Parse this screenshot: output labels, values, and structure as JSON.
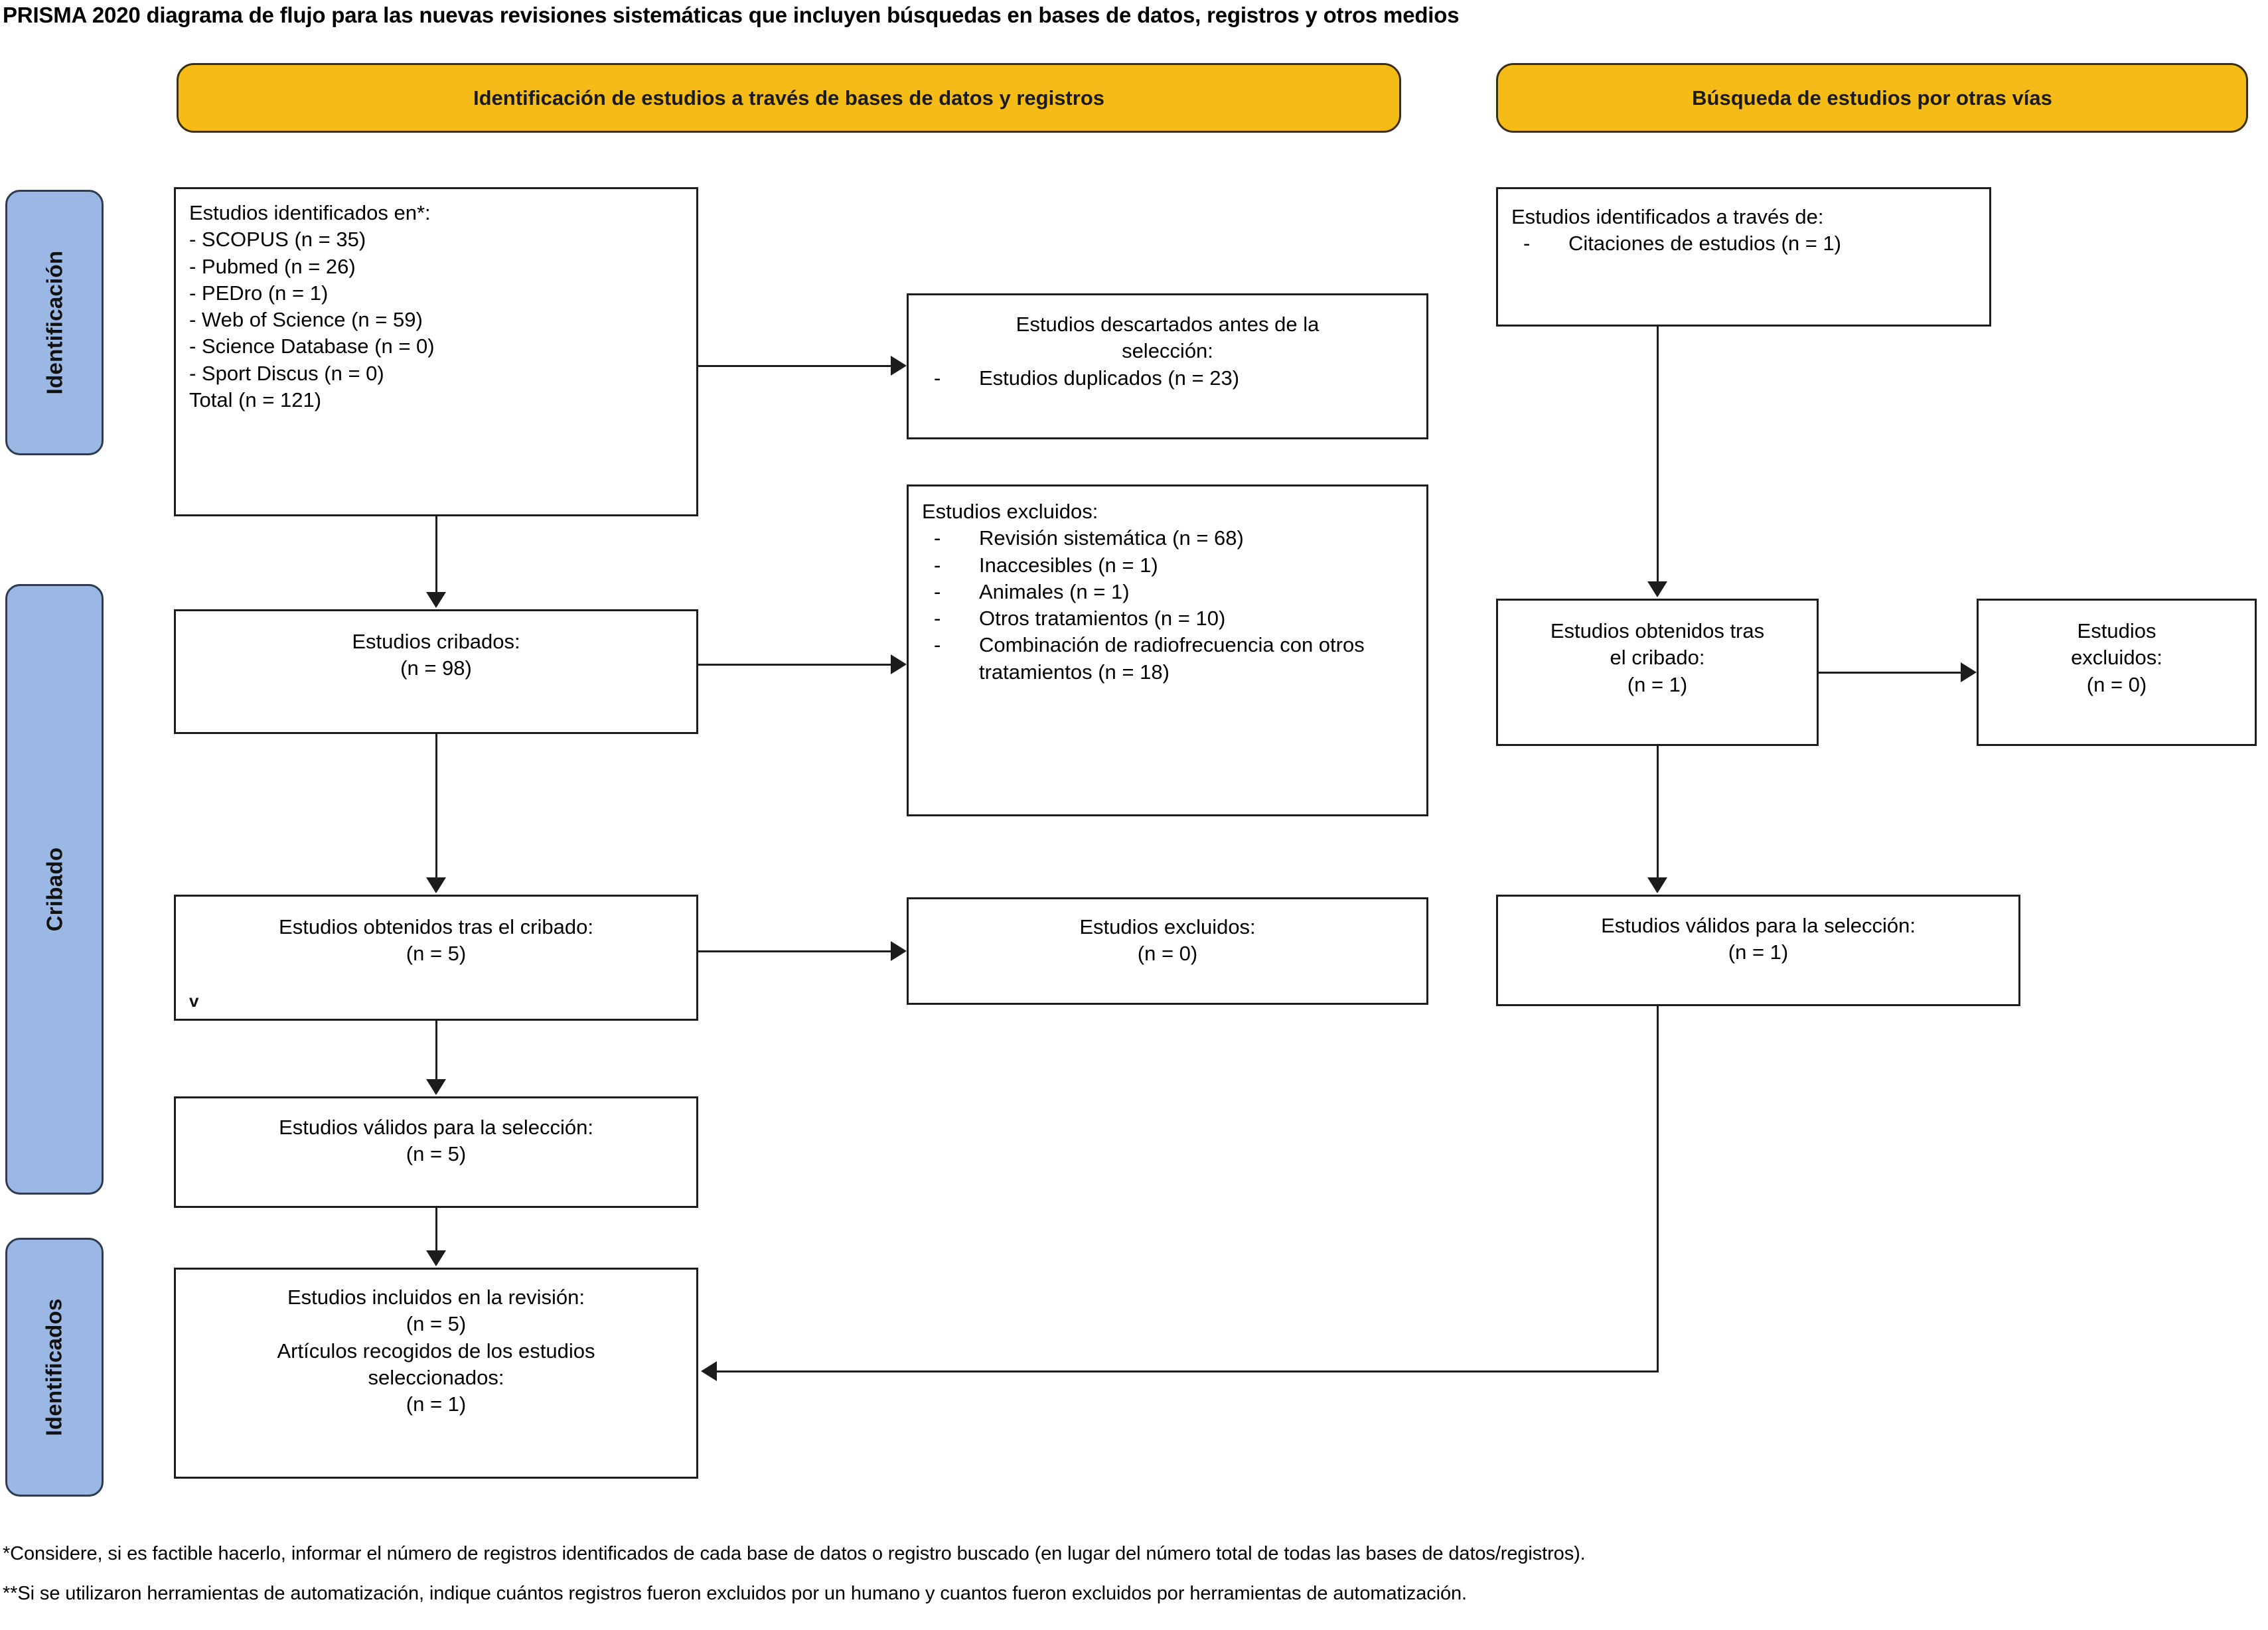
{
  "title": "PRISMA 2020 diagrama de flujo para las nuevas revisiones sistemáticas que incluyen búsquedas en bases de datos, registros y otros medios",
  "colors": {
    "banner_fill": "#F5BC17",
    "banner_border": "#3A2F10",
    "phase_fill": "#9BB7E3",
    "phase_border": "#2F3B52",
    "node_border": "#1C1C1C",
    "text": "#000000",
    "background": "#FFFFFF"
  },
  "banners": {
    "databases": "Identificación de estudios a través de bases de datos y registros",
    "other": "Búsqueda de estudios por otras vías"
  },
  "phases": [
    {
      "label": "Identificación"
    },
    {
      "label": "Cribado"
    },
    {
      "label": "Identificados"
    }
  ],
  "nodes": {
    "identified_databases": {
      "heading": "Estudios identificados en*:",
      "sources": [
        "- SCOPUS (n = 35)",
        "- Pubmed (n = 26)",
        "- PEDro (n = 1)",
        "- Web of Science (n = 59)",
        "- Science Database (n = 0)",
        "- Sport Discus (n = 0)"
      ],
      "total": "Total (n = 121)"
    },
    "removed_before_screening": {
      "heading_line1": "Estudios descartados antes de la",
      "heading_line2": "selección:",
      "items": [
        {
          "dash": "-",
          "text": "Estudios duplicados (n = 23)"
        }
      ]
    },
    "screened": {
      "line1": "Estudios cribados:",
      "line2": "(n = 98)"
    },
    "excluded_screening": {
      "heading": "Estudios excluidos:",
      "items": [
        {
          "dash": "-",
          "text": "Revisión sistemática (n = 68)"
        },
        {
          "dash": "-",
          "text": "Inaccesibles (n = 1)"
        },
        {
          "dash": "-",
          "text": "Animales (n = 1)"
        },
        {
          "dash": "-",
          "text": "Otros tratamientos (n = 10)"
        },
        {
          "dash": "-",
          "text": "Combinación de radiofrecuencia con otros tratamientos (n = 18)"
        }
      ]
    },
    "retrieved": {
      "line1": "Estudios obtenidos tras el cribado:",
      "line2": "(n = 5)",
      "artifact": "v"
    },
    "not_retrieved": {
      "line1": "Estudios excluidos:",
      "line2": "(n = 0)"
    },
    "assessed_eligibility": {
      "line1": "Estudios válidos para la selección:",
      "line2": "(n = 5)"
    },
    "included": {
      "line1": "Estudios incluidos en la revisión:",
      "line2": "(n = 5)",
      "line3": "Artículos recogidos de los estudios",
      "line4": "seleccionados:",
      "line5": "(n = 1)"
    },
    "identified_other": {
      "heading": "Estudios identificados a través de:",
      "items": [
        {
          "dash": "-",
          "text": "Citaciones de estudios (n = 1)"
        }
      ]
    },
    "other_retrieved": {
      "line1": "Estudios obtenidos tras",
      "line2": "el cribado:",
      "line3": "(n = 1)"
    },
    "other_excluded": {
      "line1": "Estudios",
      "line2": "excluidos:",
      "line3": "(n = 0)"
    },
    "other_assessed": {
      "line1": "Estudios válidos para la selección:",
      "line2": "(n = 1)"
    }
  },
  "footnotes": [
    "*Considere, si es factible hacerlo, informar el número de registros identificados de cada base de datos o registro buscado (en lugar del número total de todas las bases de datos/registros).",
    "**Si se utilizaron herramientas de automatización, indique cuántos registros fueron excluidos por un humano y cuantos fueron excluidos por herramientas de automatización."
  ]
}
